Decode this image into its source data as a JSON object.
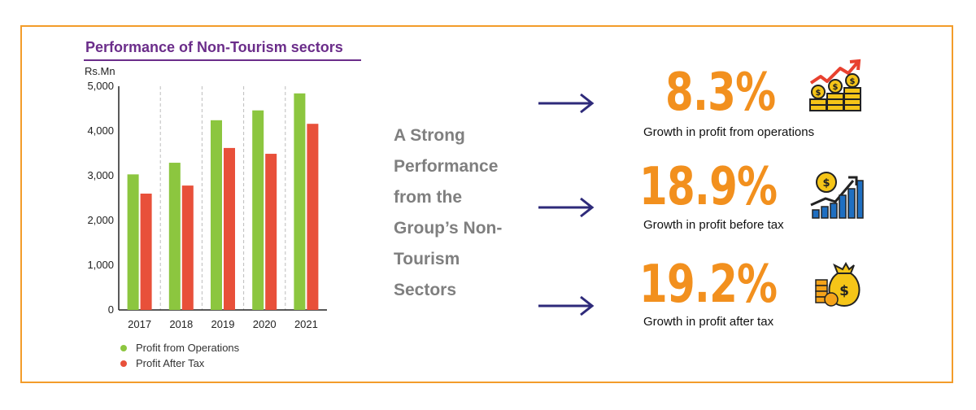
{
  "chart_data": {
    "type": "bar",
    "title": "Performance of Non-Tourism sectors",
    "ylabel": "Rs.Mn",
    "xlabel": "",
    "categories": [
      "2017",
      "2018",
      "2019",
      "2020",
      "2021"
    ],
    "yticks": [
      "0",
      "1,000",
      "2,000",
      "3,000",
      "4,000",
      "5,000"
    ],
    "ylim": [
      0,
      5000
    ],
    "grid": "vertical-dashed-separators",
    "legend_position": "bottom-left",
    "series": [
      {
        "name": "Profit from Operations",
        "color": "#8cc63f",
        "values": [
          3030,
          3290,
          4240,
          4460,
          4840
        ]
      },
      {
        "name": "Profit After Tax",
        "color": "#e8503a",
        "values": [
          2600,
          2780,
          3620,
          3490,
          4160
        ]
      }
    ]
  },
  "headline": {
    "lines": [
      "A Strong",
      "Performance",
      "from the",
      "Group’s Non-",
      "Tourism",
      "Sectors"
    ]
  },
  "stats": [
    {
      "value": "8.3%",
      "label": "Growth in profit  from operations",
      "icon": "rising-coins-chart-icon"
    },
    {
      "value": "18.9%",
      "label": "Growth in profit before tax",
      "icon": "bar-growth-dollar-icon"
    },
    {
      "value": "19.2%",
      "label": "Growth in profit after tax",
      "icon": "money-bag-coins-icon"
    }
  ],
  "colors": {
    "border": "#f39c2a",
    "title": "#6b2d8a",
    "accent_orange": "#f2901e",
    "arrow": "#2e2a7a",
    "headline_gray": "#7f7f7f"
  }
}
